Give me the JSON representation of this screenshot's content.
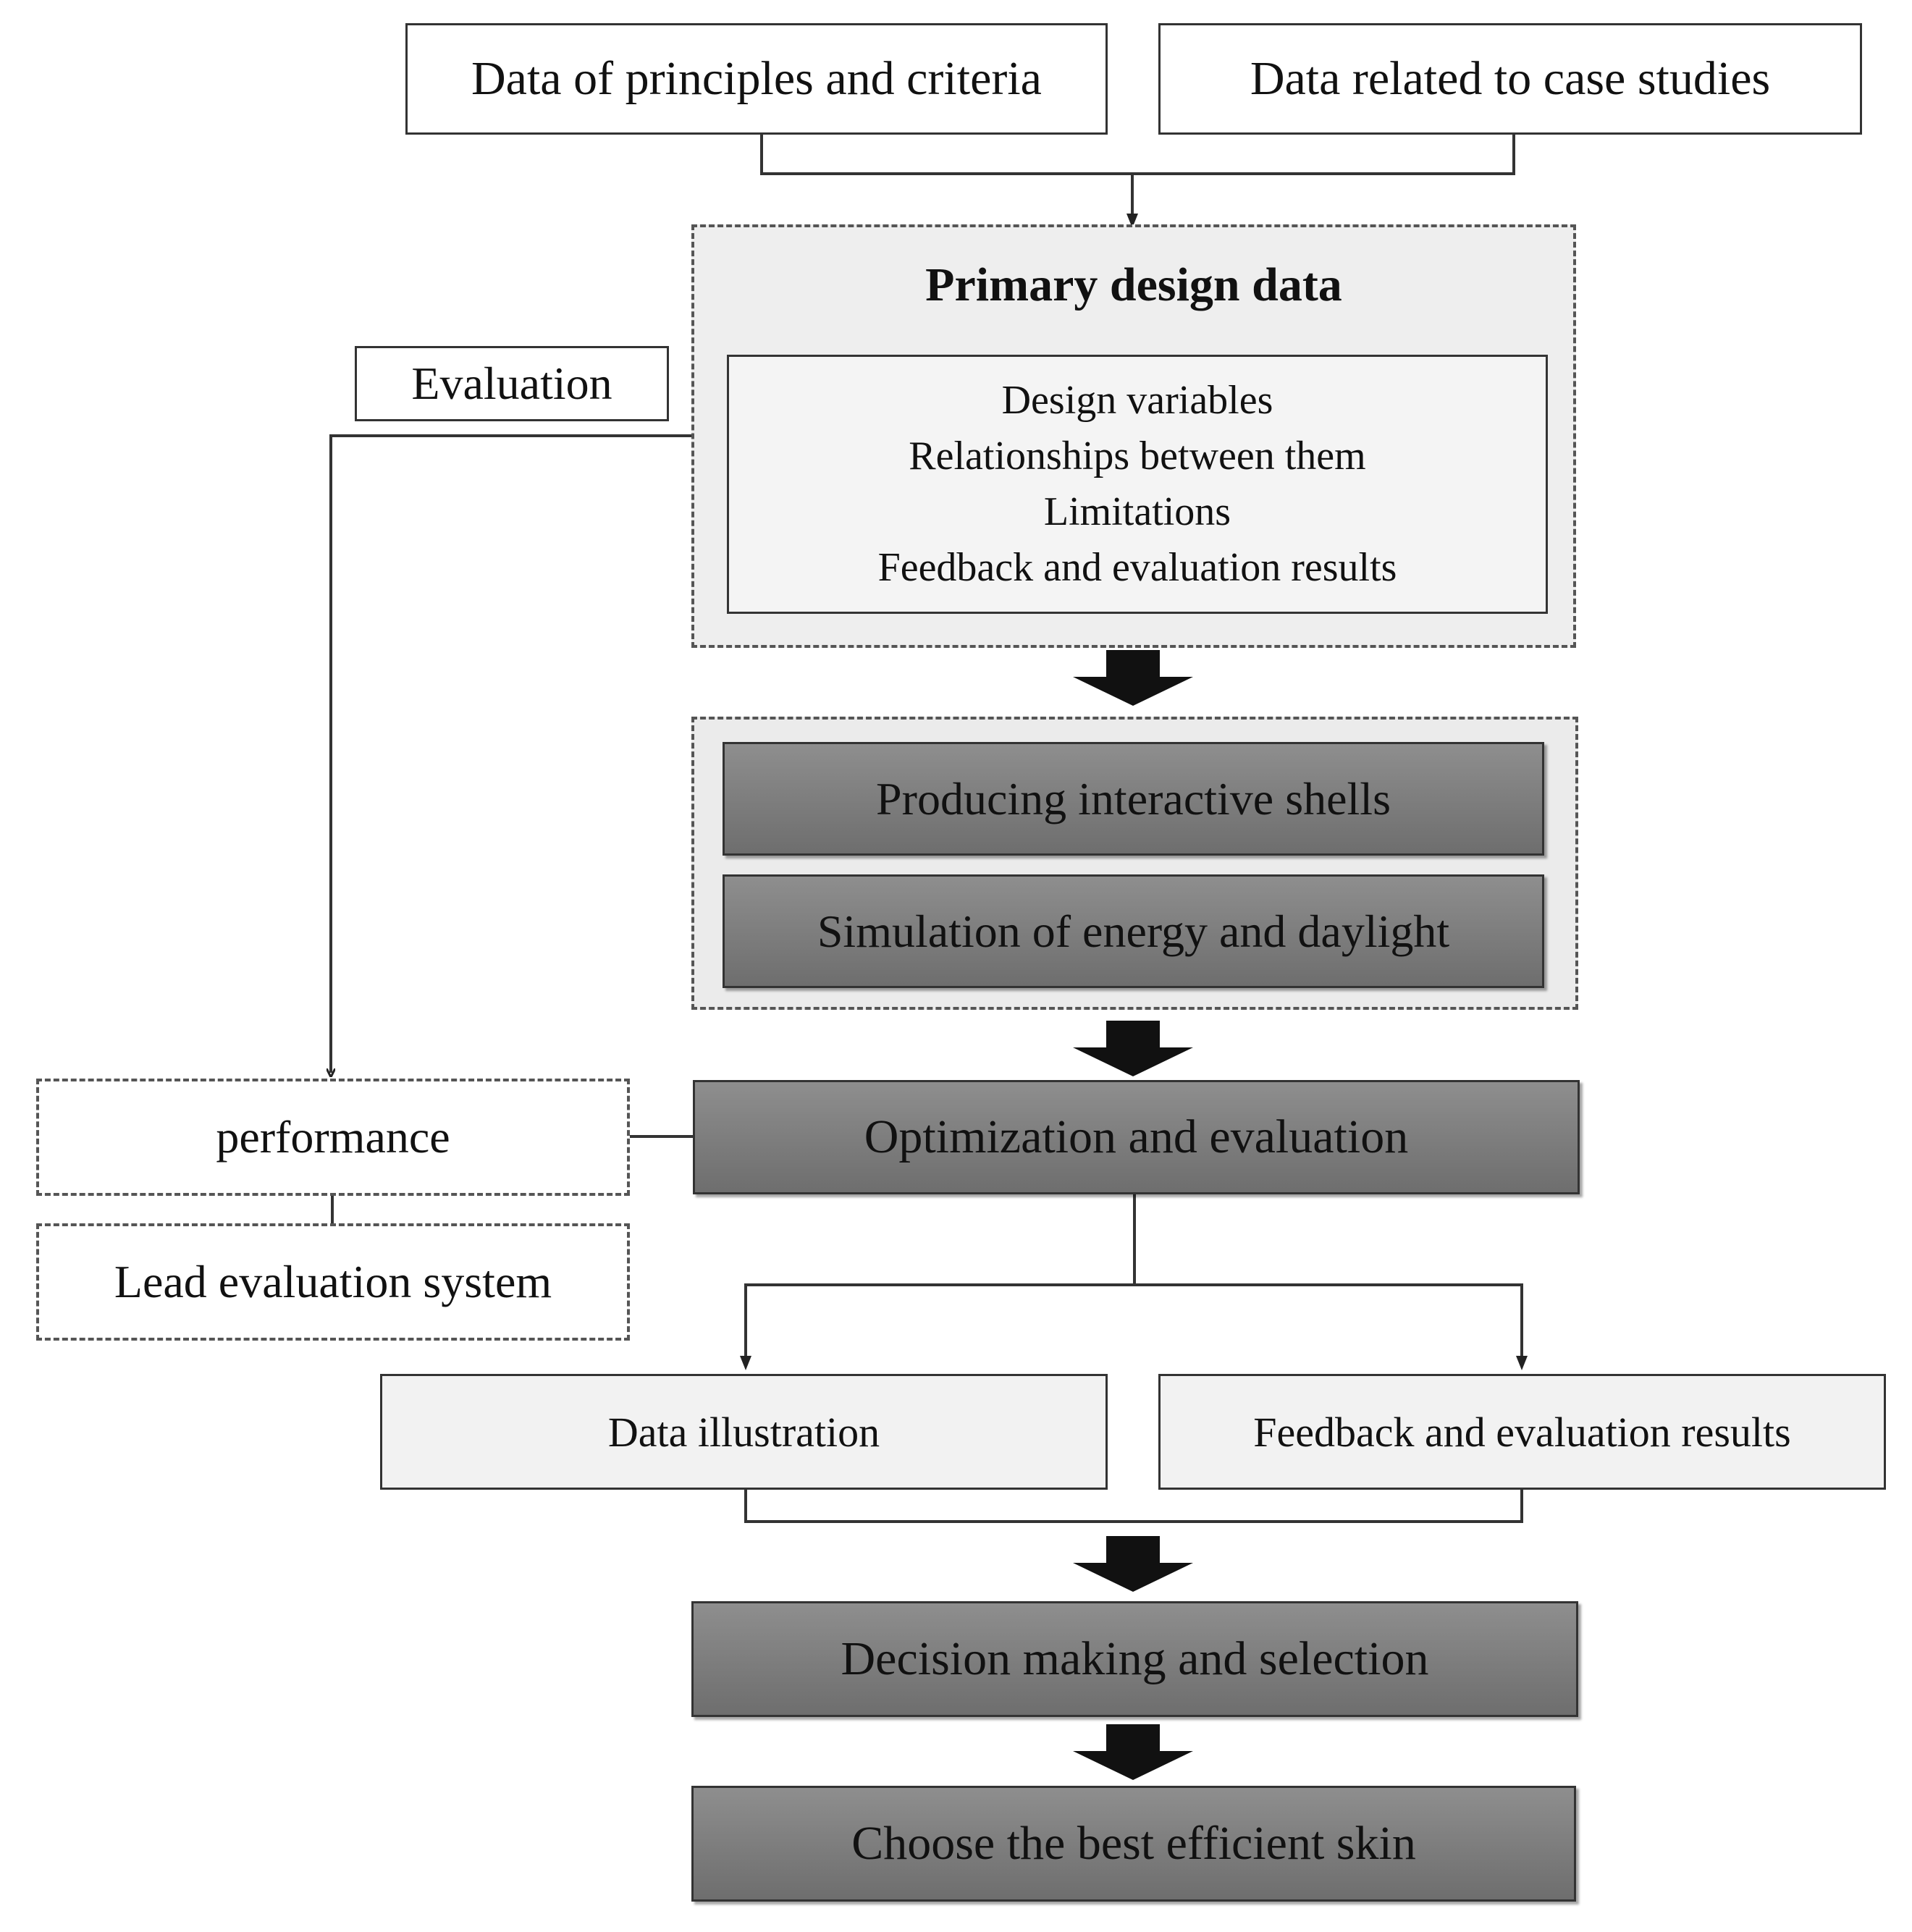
{
  "inputs": {
    "principles": "Data of principles and criteria",
    "case_studies": "Data related to case studies"
  },
  "primary": {
    "title": "Primary design data",
    "items": [
      "Design variables",
      "Relationships between them",
      "Limitations",
      "Feedback and evaluation results"
    ]
  },
  "evaluation_label": "Evaluation",
  "process": {
    "shells": "Producing interactive shells",
    "simulation": "Simulation of energy and daylight"
  },
  "optimization": "Optimization and evaluation",
  "performance": "performance",
  "lead": "Lead evaluation system",
  "outputs": {
    "illustration": "Data illustration",
    "feedback": "Feedback and evaluation results"
  },
  "decision": "Decision making and selection",
  "final": "Choose the best efficient skin"
}
